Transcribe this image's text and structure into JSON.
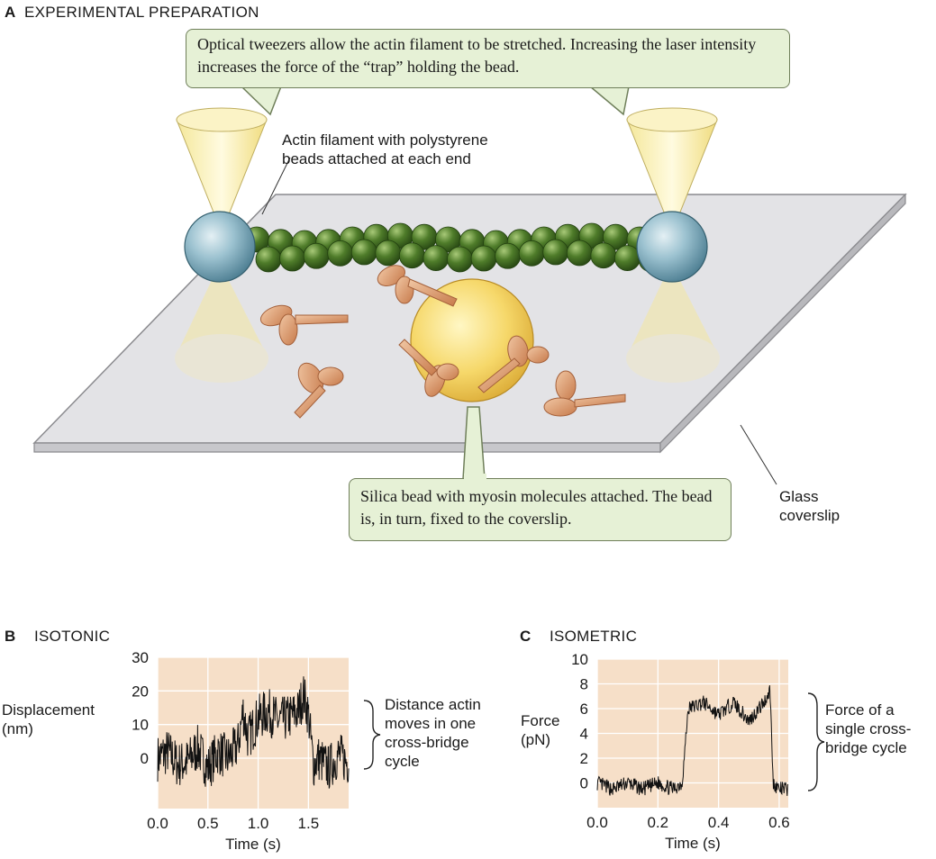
{
  "panel_a": {
    "letter": "A",
    "title": "EXPERIMENTAL PREPARATION",
    "callout_tweezers": "Optical tweezers allow the actin filament to be stretched. Increasing the laser intensity increases the force of the “trap” holding the bead.",
    "label_actin": "Actin filament with polystyrene beads attached at each end",
    "callout_silica": "Silica bead with myosin molecules attached. The bead is, in turn, fixed to the coverslip.",
    "label_glass": "Glass coverslip"
  },
  "panel_b": {
    "letter": "B",
    "title": "ISOTONIC",
    "ylabel": "Displacement (nm)",
    "annotation": "Distance actin moves in one cross-bridge cycle",
    "chart_data": {
      "type": "line",
      "xlabel": "Time (s)",
      "ylabel": "Displacement (nm)",
      "xlim": [
        0.0,
        1.9
      ],
      "ylim": [
        -15,
        30
      ],
      "xticks": [
        "0.0",
        "0.5",
        "1.0",
        "1.5"
      ],
      "xtick_values": [
        0.0,
        0.5,
        1.0,
        1.5
      ],
      "yticks": [
        "0",
        "10",
        "20",
        "30"
      ],
      "ytick_values": [
        0,
        10,
        20,
        30
      ],
      "grid": true,
      "series": [
        {
          "x": [
            0.0,
            0.1,
            0.2,
            0.3,
            0.4,
            0.5,
            0.6,
            0.7,
            0.8,
            0.85,
            0.9,
            1.0,
            1.1,
            1.2,
            1.3,
            1.4,
            1.45,
            1.5,
            1.55,
            1.6,
            1.7,
            1.8,
            1.88
          ],
          "y": [
            0,
            2,
            -2,
            -1,
            3,
            -3,
            2,
            0,
            4,
            14,
            6,
            12,
            14,
            11,
            12,
            14,
            19,
            13,
            -2,
            0,
            -3,
            1,
            -1
          ]
        }
      ]
    }
  },
  "panel_c": {
    "letter": "C",
    "title": "ISOMETRIC",
    "ylabel": "Force (pN)",
    "annotation": "Force of a single cross-bridge cycle",
    "chart_data": {
      "type": "line",
      "xlabel": "Time (s)",
      "ylabel": "Force (pN)",
      "xlim": [
        0.0,
        0.63
      ],
      "ylim": [
        -2,
        10
      ],
      "xticks": [
        "0.0",
        "0.2",
        "0.4",
        "0.6"
      ],
      "xtick_values": [
        0.0,
        0.2,
        0.4,
        0.6
      ],
      "yticks": [
        "0",
        "2",
        "4",
        "6",
        "8",
        "10"
      ],
      "ytick_values": [
        0,
        2,
        4,
        6,
        8,
        10
      ],
      "grid": true,
      "series": [
        {
          "x": [
            0.0,
            0.05,
            0.1,
            0.15,
            0.2,
            0.25,
            0.28,
            0.3,
            0.35,
            0.4,
            0.45,
            0.5,
            0.55,
            0.57,
            0.58,
            0.6,
            0.63
          ],
          "y": [
            0,
            -0.5,
            0,
            -0.5,
            0,
            -0.5,
            0,
            6,
            6.5,
            5.5,
            6.5,
            5,
            6.5,
            7.5,
            0,
            -0.5,
            -0.5
          ]
        }
      ]
    }
  }
}
